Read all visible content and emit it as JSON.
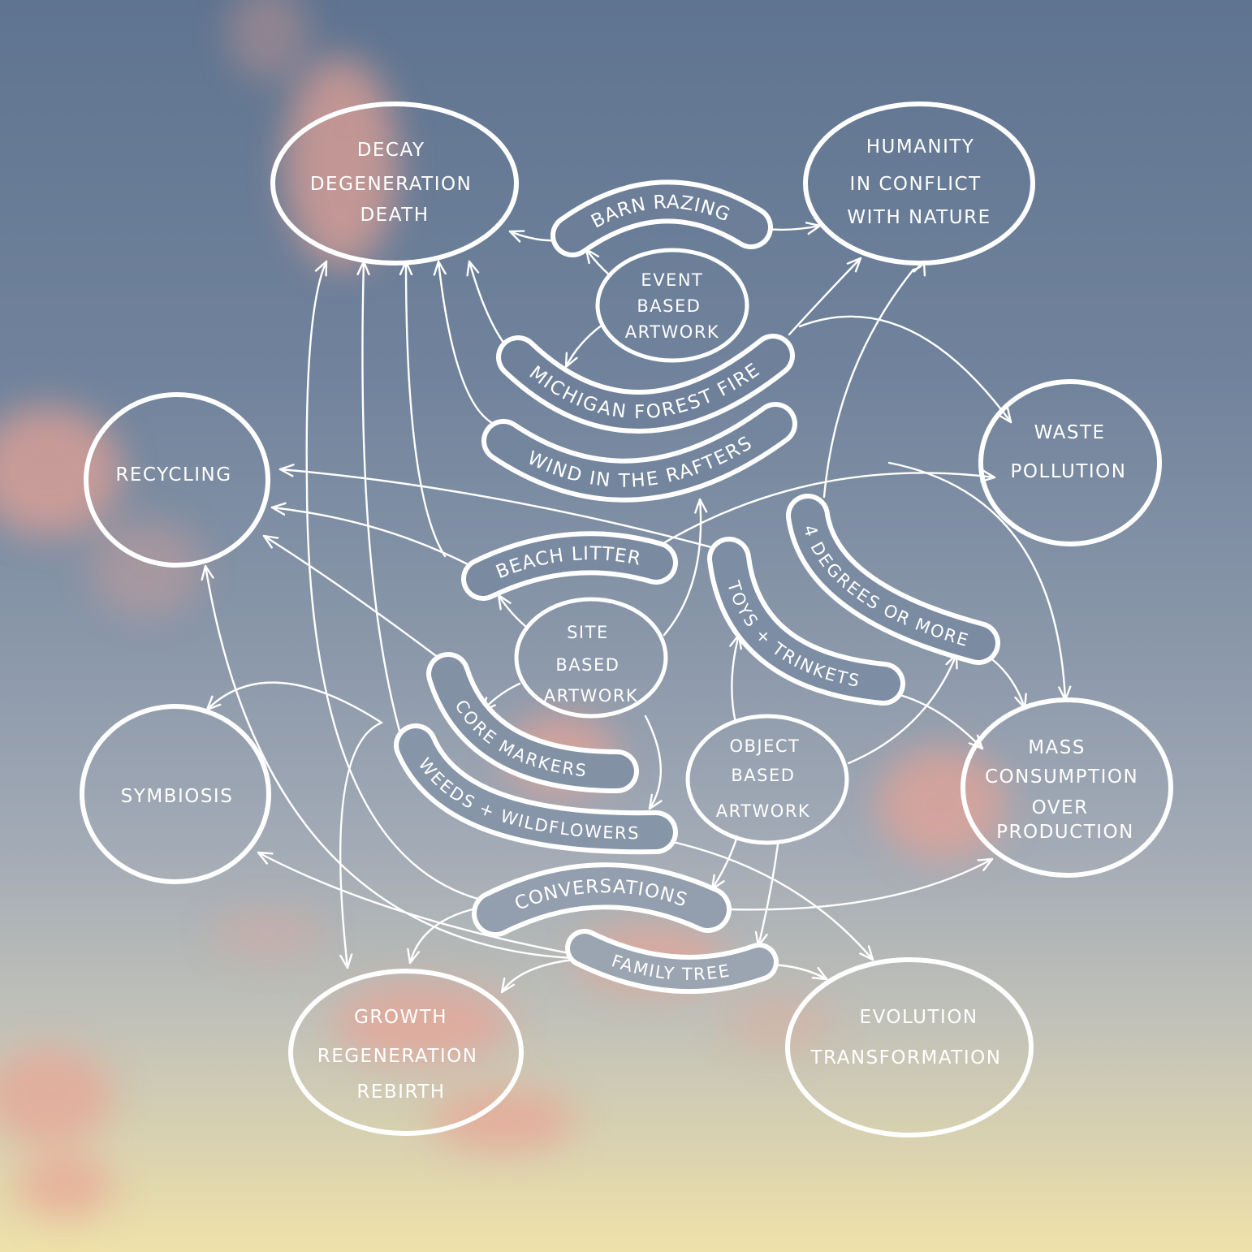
{
  "colors": {
    "ink": "#ffffff",
    "sky_top": "#5f7490",
    "sky_bottom": "#efe1a9",
    "cloud": "#e9a394"
  },
  "themes": {
    "decay": [
      "DECAY",
      "DEGENERATION",
      "DEATH"
    ],
    "humanity": [
      "HUMANITY",
      "IN CONFLICT",
      "WITH NATURE"
    ],
    "recycling": [
      "RECYCLING"
    ],
    "waste": [
      "WASTE",
      "POLLUTION"
    ],
    "symbiosis": [
      "SYMBIOSIS"
    ],
    "mass": [
      "MASS",
      "CONSUMPTION",
      "OVER",
      "PRODUCTION"
    ],
    "growth": [
      "GROWTH",
      "REGENERATION",
      "REBIRTH"
    ],
    "evolution": [
      "EVOLUTION",
      "TRANSFORMATION"
    ]
  },
  "artwork_types": {
    "event": [
      "EVENT",
      "BASED",
      "ARTWORK"
    ],
    "site": [
      "SITE",
      "BASED",
      "ARTWORK"
    ],
    "object": [
      "OBJECT",
      "BASED",
      "ARTWORK"
    ]
  },
  "projects": {
    "barn": "BARN RAZING",
    "fire": "MICHIGAN FOREST FIRE",
    "wind": "WIND IN THE RAFTERS",
    "beach": "BEACH LITTER",
    "toys": "TOYS + TRINKETS",
    "degrees": "4 DEGREES OR MORE",
    "core": "CORE MARKERS",
    "weeds": "WEEDS + WILDFLOWERS",
    "conv": "CONVERSATIONS",
    "family": "FAMILY TREE"
  }
}
